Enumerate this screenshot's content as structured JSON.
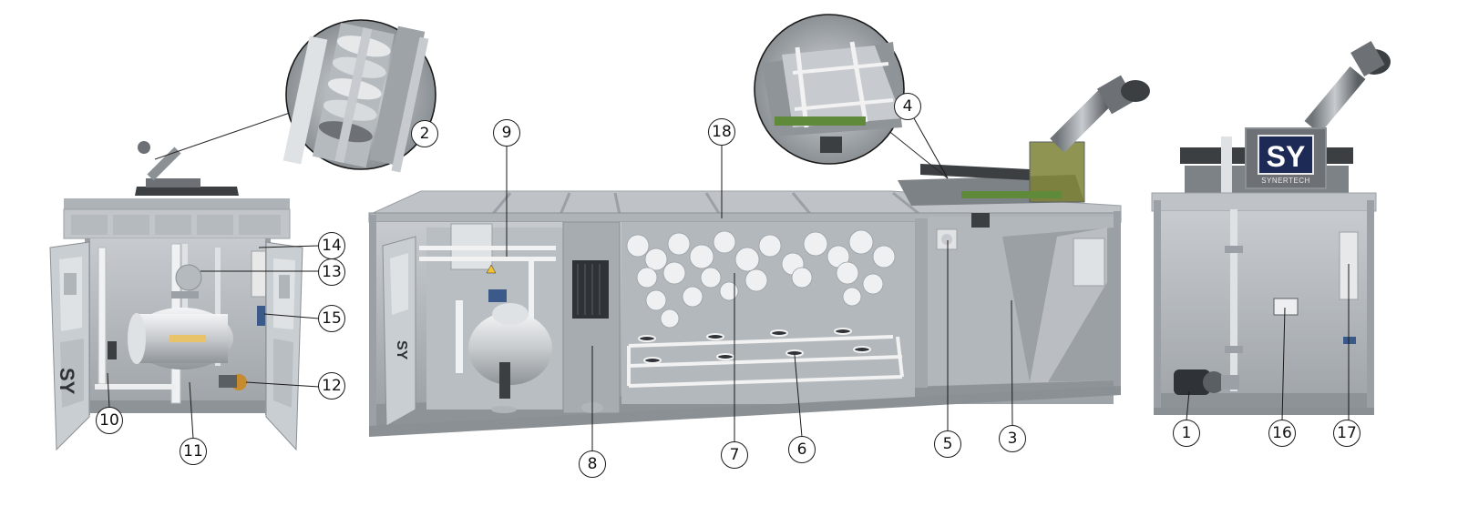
{
  "callouts": {
    "c1": "1",
    "c2": "2",
    "c3": "3",
    "c4": "4",
    "c5": "5",
    "c6": "6",
    "c7": "7",
    "c8": "8",
    "c9": "9",
    "c10": "10",
    "c11": "11",
    "c12": "12",
    "c13": "13",
    "c14": "14",
    "c15": "15",
    "c16": "16",
    "c17": "17",
    "c18": "18"
  },
  "logo": {
    "mark": "SY",
    "name": "SYNERTECH",
    "color": "#1c2a55"
  },
  "colors": {
    "frame": "#9aa0a6",
    "panel": "#c9cdd1",
    "wall": "#aeb3b8",
    "pipe": "#f2f2f2",
    "floor": "#8e9398"
  }
}
